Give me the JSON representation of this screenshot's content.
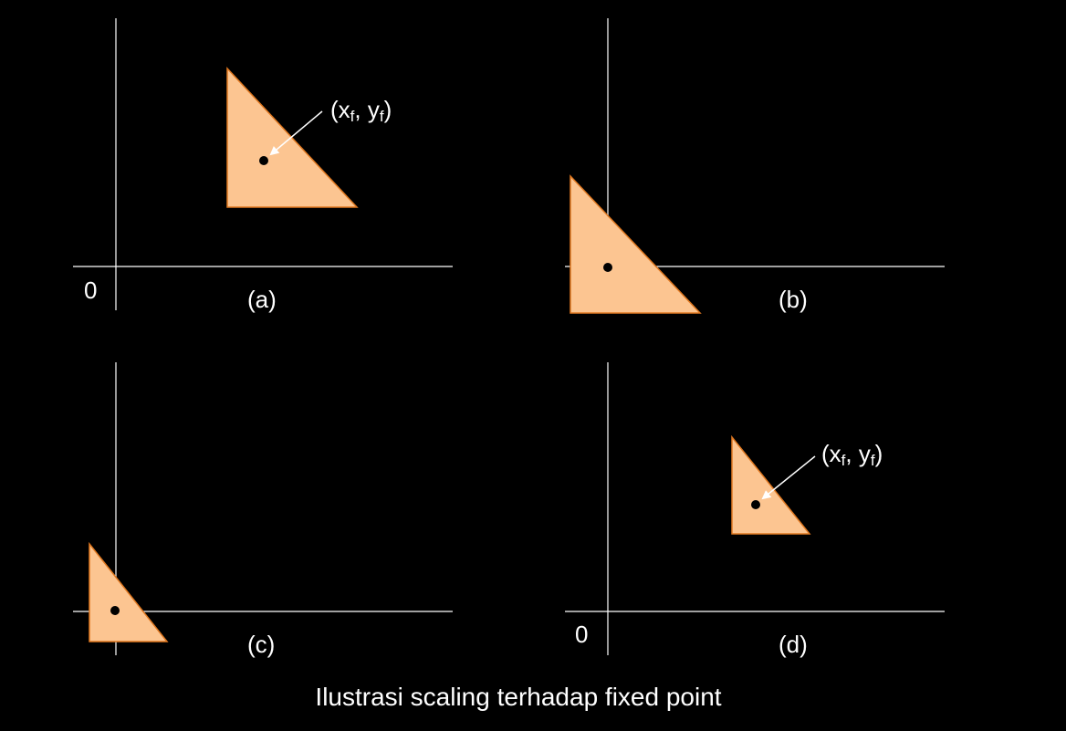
{
  "colors": {
    "background": "#000000",
    "axis": "#ffffff",
    "triangle_fill": "#fcc591",
    "triangle_stroke": "#e07820",
    "point": "#000000",
    "text": "#ffffff"
  },
  "panels": [
    {
      "label": "(a)",
      "origin_label": "0",
      "fixed_point_label": {
        "prefix": "(x",
        "sub1": "f",
        "mid": ", y",
        "sub2": "f",
        "suffix": ")"
      }
    },
    {
      "label": "(b)"
    },
    {
      "label": "(c)"
    },
    {
      "label": "(d)",
      "origin_label": "0",
      "fixed_point_label": {
        "prefix": "(x",
        "sub1": "f",
        "mid": ", y",
        "sub2": "f",
        "suffix": ")"
      }
    }
  ],
  "caption": "Ilustrasi scaling terhadap fixed point"
}
